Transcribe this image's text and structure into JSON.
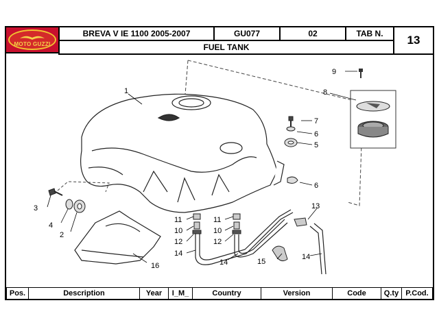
{
  "header": {
    "brand": "MOTO GUZZI",
    "model": "BREVA V IE 1100 2005-2007",
    "code": "GU077",
    "section": "02",
    "tab_label": "TAB N.",
    "tab_number": "13",
    "title": "FUEL TANK"
  },
  "callouts": {
    "c1": "1",
    "c2": "2",
    "c3": "3",
    "c4": "4",
    "c5": "5",
    "c6a": "6",
    "c6b": "6",
    "c7": "7",
    "c8": "8",
    "c9": "9",
    "c10a": "10",
    "c10b": "10",
    "c11a": "11",
    "c11b": "11",
    "c12a": "12",
    "c12b": "12",
    "c13": "13",
    "c14a": "14",
    "c14b": "14",
    "c14c": "14",
    "c15": "15",
    "c16": "16"
  },
  "table": {
    "columns": [
      "Pos.",
      "Description",
      "Year",
      "I_M_",
      "Country",
      "Version",
      "Code",
      "Q.ty",
      "P.Cod."
    ]
  },
  "colors": {
    "brand_red": "#c8102e",
    "brand_gold": "#f1c230"
  }
}
